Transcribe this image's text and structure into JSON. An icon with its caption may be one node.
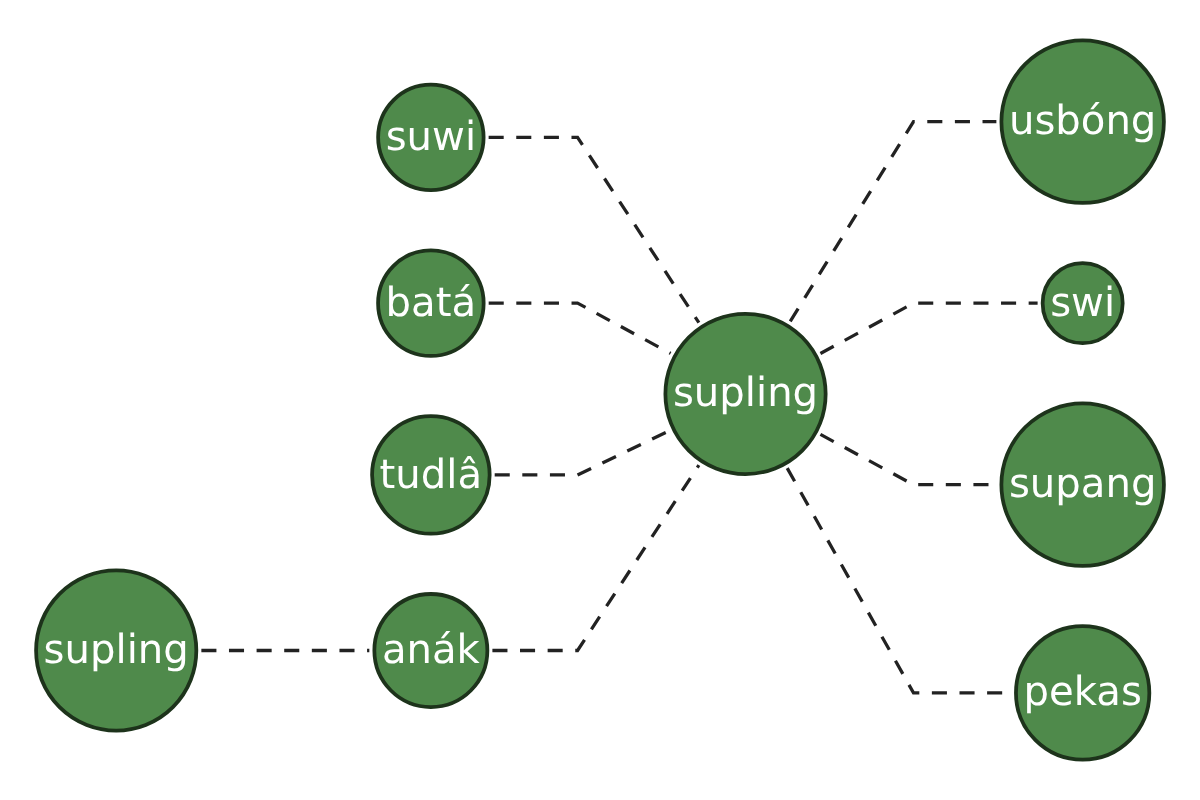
{
  "diagram": {
    "nodes": [
      {
        "text": [
          "usbóng"
        ]
      },
      {
        "text": [
          "suwi"
        ]
      },
      {
        "text": [
          "swi"
        ]
      },
      {
        "text": [
          "batá"
        ]
      },
      {
        "text": [
          "supling"
        ]
      },
      {
        "text": [
          "supang"
        ]
      },
      {
        "text": [
          "tudlâ"
        ]
      },
      {
        "text": [
          "pekas"
        ]
      },
      {
        "text": [
          "anák"
        ]
      },
      {
        "text": [
          "supling"
        ]
      }
    ],
    "edges": [
      {
        "from": 4,
        "to": 0,
        "arrow": "none",
        "style": "dashed"
      },
      {
        "from": 1,
        "to": 4,
        "arrow": "none",
        "style": "dashed"
      },
      {
        "from": 4,
        "to": 2,
        "arrow": "none",
        "style": "dashed"
      },
      {
        "from": 3,
        "to": 4,
        "arrow": "none",
        "style": "dashed"
      },
      {
        "from": 4,
        "to": 5,
        "arrow": "none",
        "style": "dashed"
      },
      {
        "from": 6,
        "to": 4,
        "arrow": "none",
        "style": "dashed"
      },
      {
        "from": 4,
        "to": 7,
        "arrow": "none",
        "style": "dashed"
      },
      {
        "from": 8,
        "to": 4,
        "arrow": "none",
        "style": "dashed"
      },
      {
        "from": 9,
        "to": 8,
        "arrow": "none",
        "style": "dashed"
      }
    ]
  }
}
